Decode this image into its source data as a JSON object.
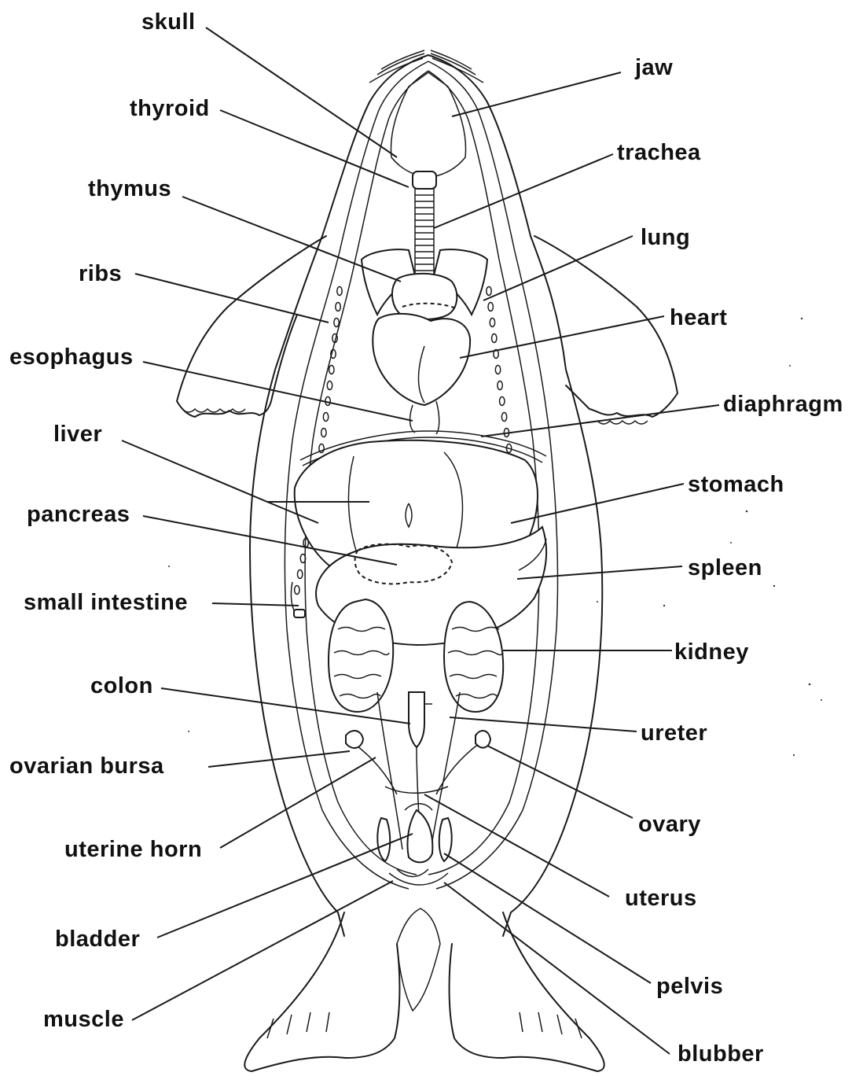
{
  "labels": {
    "skull": "skull",
    "jaw": "jaw",
    "thyroid": "thyroid",
    "trachea": "trachea",
    "thymus": "thymus",
    "lung": "lung",
    "ribs": "ribs",
    "heart": "heart",
    "esophagus": "esophagus",
    "diaphragm": "diaphragm",
    "liver": "liver",
    "stomach": "stomach",
    "pancreas": "pancreas",
    "spleen": "spleen",
    "small_intestine": "small intestine",
    "kidney": "kidney",
    "colon": "colon",
    "ureter": "ureter",
    "ovarian_bursa": "ovarian bursa",
    "ovary": "ovary",
    "uterine_horn": "uterine horn",
    "uterus": "uterus",
    "bladder": "bladder",
    "pelvis": "pelvis",
    "muscle": "muscle",
    "blubber": "blubber"
  }
}
